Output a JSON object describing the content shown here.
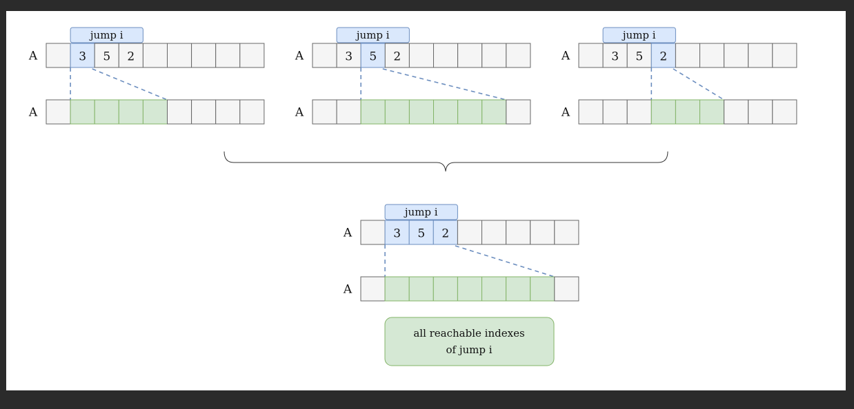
{
  "row_label": "A",
  "jump_label": "jump i",
  "note_lines": [
    "all reachable indexes",
    "of jump i"
  ],
  "array_values": [
    "3",
    "5",
    "2"
  ],
  "cell_count": 9,
  "panels": [
    {
      "name": "panel-jump-3",
      "highlight_index": 0,
      "reach_from": 1,
      "reach_to": 4
    },
    {
      "name": "panel-jump-5",
      "highlight_index": 1,
      "reach_from": 2,
      "reach_to": 7
    },
    {
      "name": "panel-jump-2",
      "highlight_index": 2,
      "reach_from": 3,
      "reach_to": 5
    },
    {
      "name": "panel-union",
      "highlight_index": -1,
      "reach_from": 1,
      "reach_to": 7
    }
  ],
  "colors": {
    "highlight_fill": "#dae8fc",
    "highlight_stroke": "#6c8ebf",
    "reach_fill": "#d5e8d4",
    "reach_stroke": "#82b366",
    "empty_fill": "#f5f5f5"
  }
}
